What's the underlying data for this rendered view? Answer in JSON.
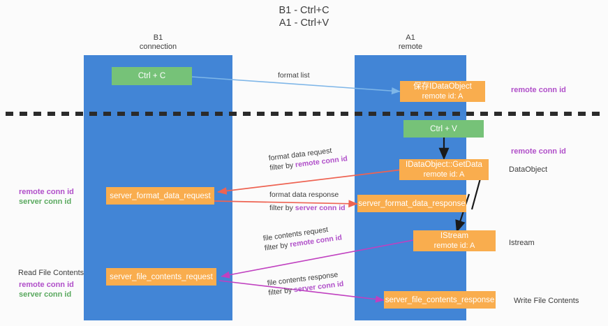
{
  "title": "B1 - Ctrl+C\nA1 - Ctrl+V",
  "lanes": [
    {
      "name": "lane-b1",
      "title": "B1\nconnection"
    },
    {
      "name": "lane-a1",
      "title": "A1\nremote"
    }
  ],
  "colors": {
    "lane": "#4285d6",
    "green_node": "#76c278",
    "orange_node": "#f9ad4e",
    "purple_label": "#b04fc9",
    "green_label": "#5aa95f",
    "blue_arrow": "#7eb6e8",
    "red_arrow": "#ee6352",
    "magenta_arrow": "#c040c0",
    "black_arrow": "#1a1a1a",
    "divider": "#2b2b2b"
  },
  "nodes": {
    "ctrl_c": {
      "line1": "Ctrl + C",
      "line2": ""
    },
    "save_idataobject": {
      "line1": "保存IDataObject",
      "line2": "remote id: A"
    },
    "ctrl_v": {
      "line1": "Ctrl + V",
      "line2": ""
    },
    "getdata": {
      "line1": "IDataObject::GetData",
      "line2": "remote id: A"
    },
    "server_format_data_request": {
      "line1": "server_format_data_request",
      "line2": ""
    },
    "server_format_data_response": {
      "line1": "server_format_data_response",
      "line2": ""
    },
    "istream": {
      "line1": "IStream",
      "line2": "remote id: A"
    },
    "server_file_contents_request": {
      "line1": "server_file_contents_request",
      "line2": ""
    },
    "server_file_contents_response": {
      "line1": "server_file_contents_response",
      "line2": ""
    }
  },
  "edge_labels": {
    "format_list": {
      "text": "format list"
    },
    "format_data_request": {
      "l1": "format data request",
      "l2_prefix": "filter by ",
      "l2_key": "remote conn id"
    },
    "format_data_response": {
      "l1": "format data response",
      "l2_prefix": "filter by ",
      "l2_key": "server conn id"
    },
    "file_contents_request": {
      "l1": "file contents request",
      "l2_prefix": "filter by ",
      "l2_key": "remote conn id"
    },
    "file_contents_response": {
      "l1": "file contents response",
      "l2_prefix": "filter by ",
      "l2_key": "server conn id"
    }
  },
  "annotations": {
    "right_top_remote_conn_id": "remote conn id",
    "right_mid_remote_conn_id": "remote conn id",
    "right_dataobject": "DataObject",
    "right_istream": "Istream",
    "right_write_file_contents": "Write File Contents",
    "left_remote_conn_id_1": "remote conn id",
    "left_server_conn_id_1": "server conn id",
    "left_read_file_contents": "Read File Contents",
    "left_remote_conn_id_2": "remote conn id",
    "left_server_conn_id_2": "server conn id"
  }
}
